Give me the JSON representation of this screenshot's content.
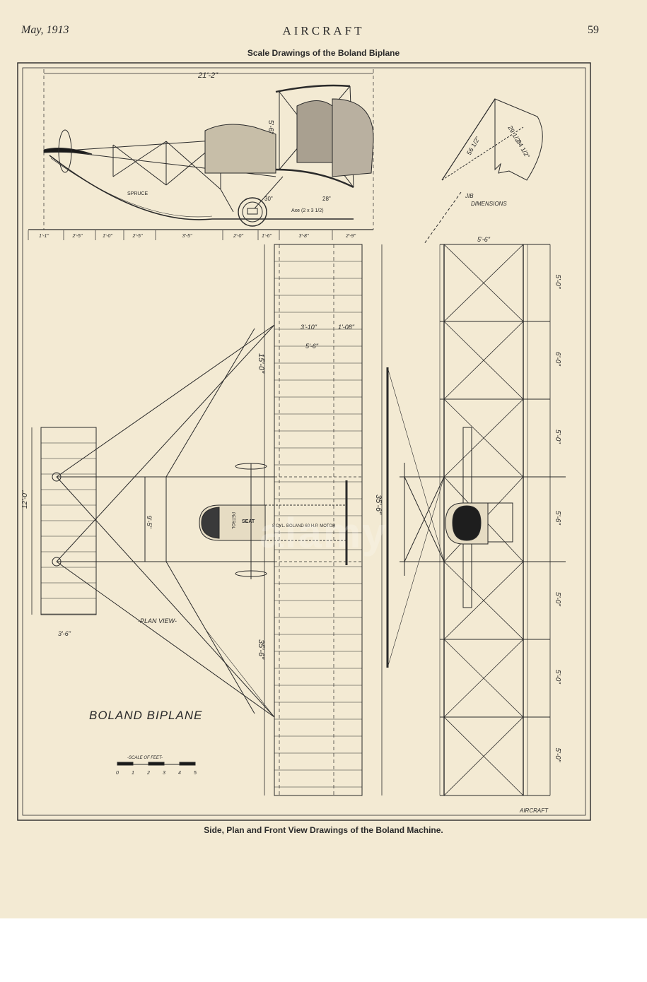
{
  "header": {
    "date": "May, 1913",
    "magazine": "AIRCRAFT",
    "page_number": "59"
  },
  "subtitle": "Scale Drawings of the Boland Biplane",
  "caption": "Side, Plan and Front View Drawings of the Boland Machine.",
  "drawing": {
    "title": "BOLAND BIPLANE",
    "credit": "AIRCRAFT",
    "plan_label": "-PLAN VIEW-",
    "jib_label": "JIB\nDIMENSIONS",
    "side_labels": {
      "spruce": "SPRUCE",
      "axle": "Axe (2 x 3 1/2)"
    },
    "scale": {
      "label": "-SCALE OF FEET-",
      "ticks": [
        "0",
        "1",
        "2",
        "3",
        "4",
        "5"
      ]
    },
    "dims": {
      "overall_length": "21'-2\"",
      "side_height": "5'-6\"",
      "chord": "5'-6\"",
      "side_segments": [
        "1'-1\"",
        "2'-5\"",
        "1'-0\"",
        "2'-5\"",
        "3'-5\"",
        "2'-0\"",
        "1'-6\"",
        "3'-8\"",
        "2'-9\""
      ],
      "plan_inner": [
        "3'-10\"",
        "1'-08\"",
        "5'-6\""
      ],
      "plan_half": "15'-0\"",
      "plan_span": "35'-6\"",
      "tail_span": "12'-0\"",
      "tail_chord": "3'-6\"",
      "elevator_dim": "9'-5\"",
      "front_span": "35'-6\"",
      "front_bays": [
        "5'-0\"",
        "6'-0\"",
        "5'-0\"",
        "5'-6\"",
        "5'-0\"",
        "5'-0\"",
        "5'-0\""
      ],
      "jib": [
        "29 1/2\"",
        "34 1/2\"",
        "56 1/2\""
      ],
      "wheel_sizes": [
        "30\"",
        "28\""
      ]
    },
    "motor_labels": {
      "seat": "SEAT",
      "motor": "8 CYL. BOLAND 60 H.P. MOTOR",
      "tank": "PETROL"
    }
  },
  "watermark": "alamy"
}
